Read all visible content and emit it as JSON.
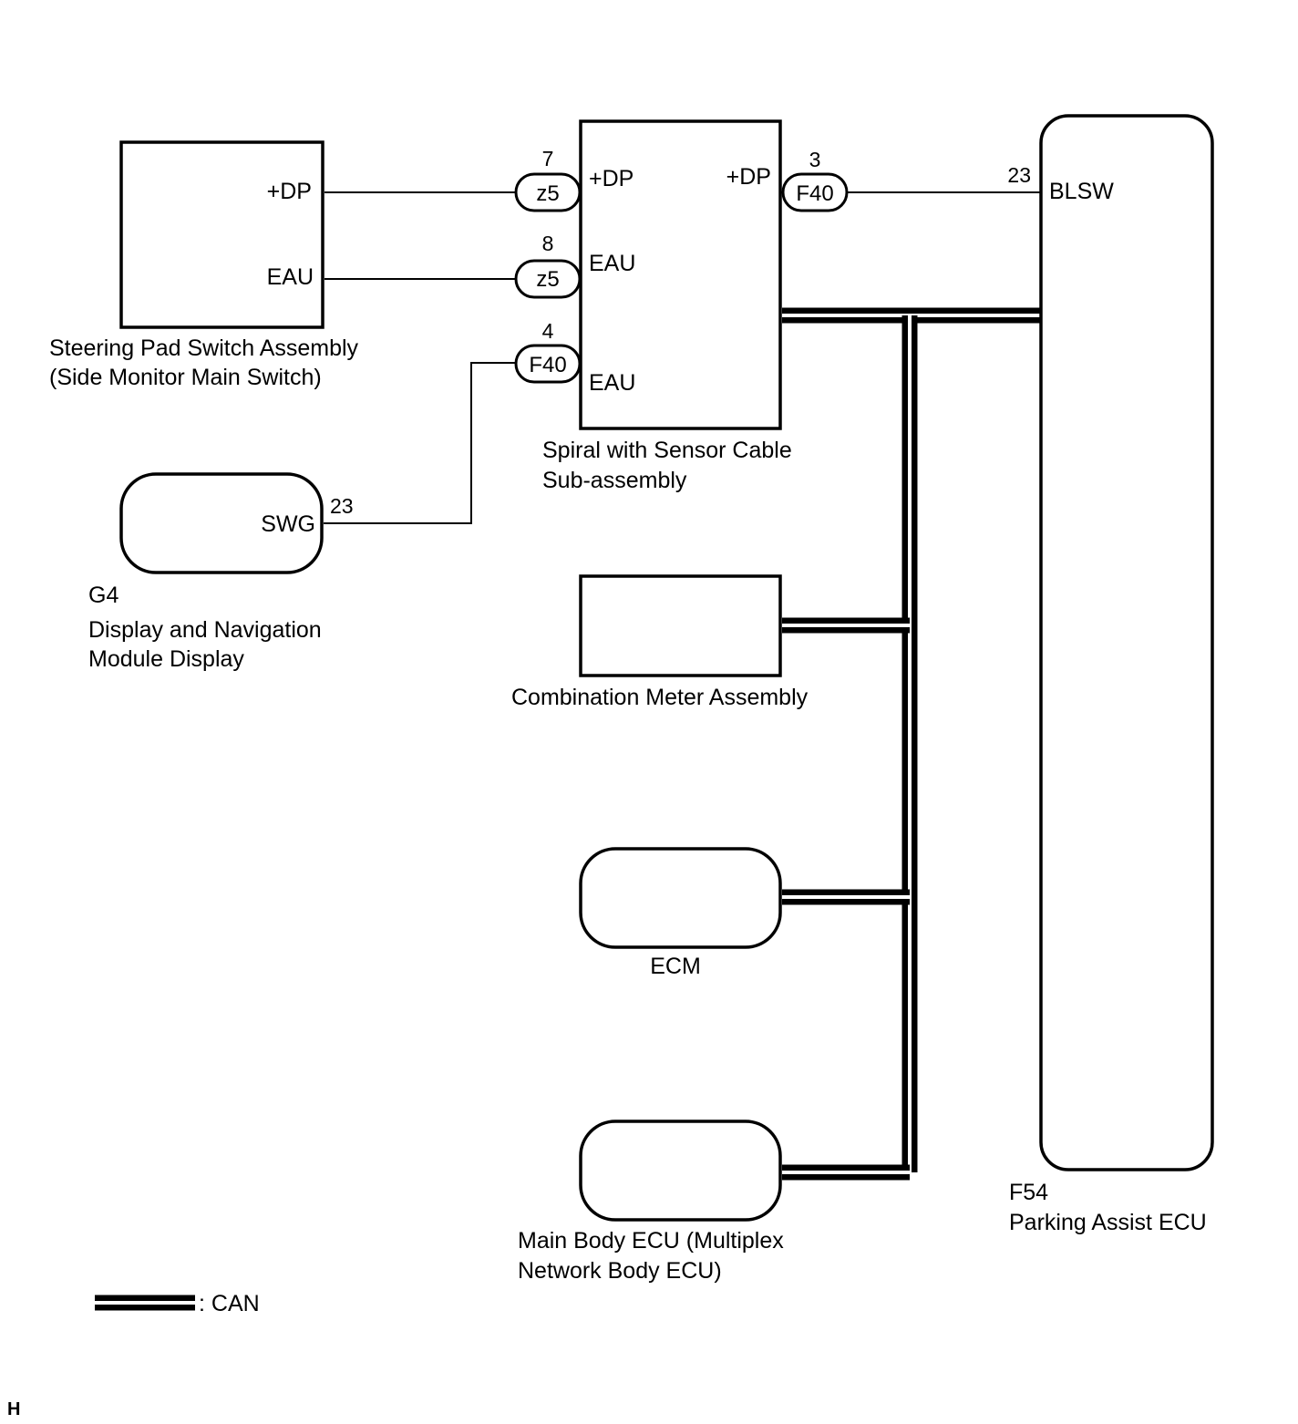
{
  "components": {
    "steering_pad": {
      "name_line1": "Steering Pad Switch Assembly",
      "name_line2": "(Side Monitor Main Switch)",
      "terminal_dp": "+DP",
      "terminal_eau": "EAU"
    },
    "spiral": {
      "name_line1": "Spiral with Sensor Cable",
      "name_line2": "Sub-assembly",
      "terminal_dp_left": "+DP",
      "terminal_dp_right": "+DP",
      "terminal_eau_top": "EAU",
      "terminal_eau_bottom": "EAU"
    },
    "display": {
      "code": "G4",
      "name_line1": "Display and Navigation",
      "name_line2": "Module Display",
      "terminal_swg": "SWG",
      "pin_swg": "23"
    },
    "combination_meter": {
      "name": "Combination Meter Assembly"
    },
    "ecm": {
      "name": "ECM"
    },
    "main_body": {
      "name_line1": "Main Body ECU (Multiplex",
      "name_line2": "Network Body ECU)"
    },
    "parking_assist": {
      "code": "F54",
      "name": "Parking Assist ECU",
      "terminal_blsw": "BLSW",
      "pin_blsw": "23"
    }
  },
  "connectors": {
    "z5_dp": {
      "id": "z5",
      "pin": "7"
    },
    "z5_eau": {
      "id": "z5",
      "pin": "8"
    },
    "f40_eau": {
      "id": "F40",
      "pin": "4"
    },
    "f40_dp": {
      "id": "F40",
      "pin": "3"
    }
  },
  "legend": {
    "can_label": ": CAN"
  },
  "corner_mark": "H"
}
